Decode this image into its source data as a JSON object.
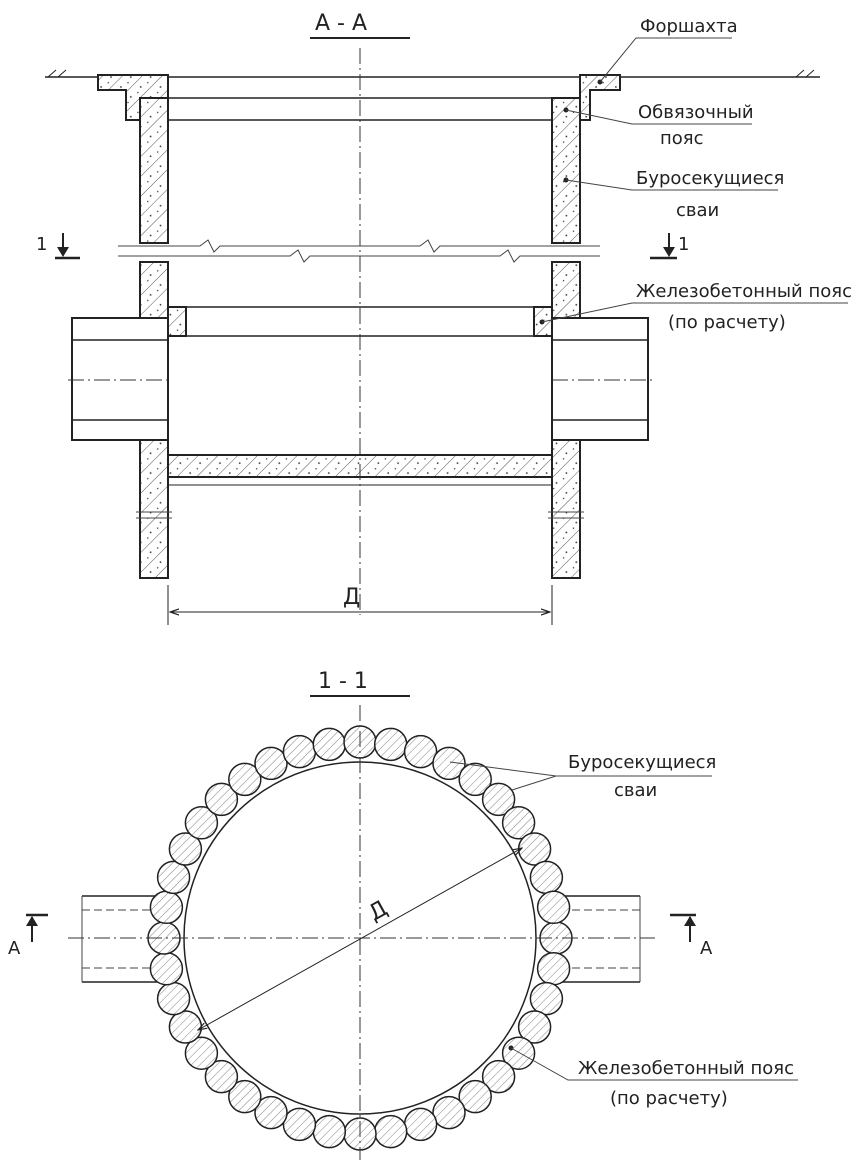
{
  "section_aa": {
    "title": "А  -  А",
    "forshakhta": "Форшахта",
    "obvyazochny_line1": "Обвязочный",
    "obvyazochny_line2": "пояс",
    "burosek_line1": "Буросекущиеся",
    "burosek_line2": "сваи",
    "zhb_line1": "Железобетонный  пояс",
    "zhb_line2": "(по  расчету)",
    "section_mark_left": "1",
    "section_mark_right": "1",
    "dimension": "Д"
  },
  "section_11": {
    "title": "1  -  1",
    "burosek_line1": "Буросекущиеся",
    "burosek_line2": "сваи",
    "zhb_line1": "Железобетонный  пояс",
    "zhb_line2": "(по  расчету)",
    "section_mark_left": "А",
    "section_mark_right": "А",
    "dimension": "Д"
  },
  "colors": {
    "line": "#222222",
    "background": "#ffffff"
  }
}
